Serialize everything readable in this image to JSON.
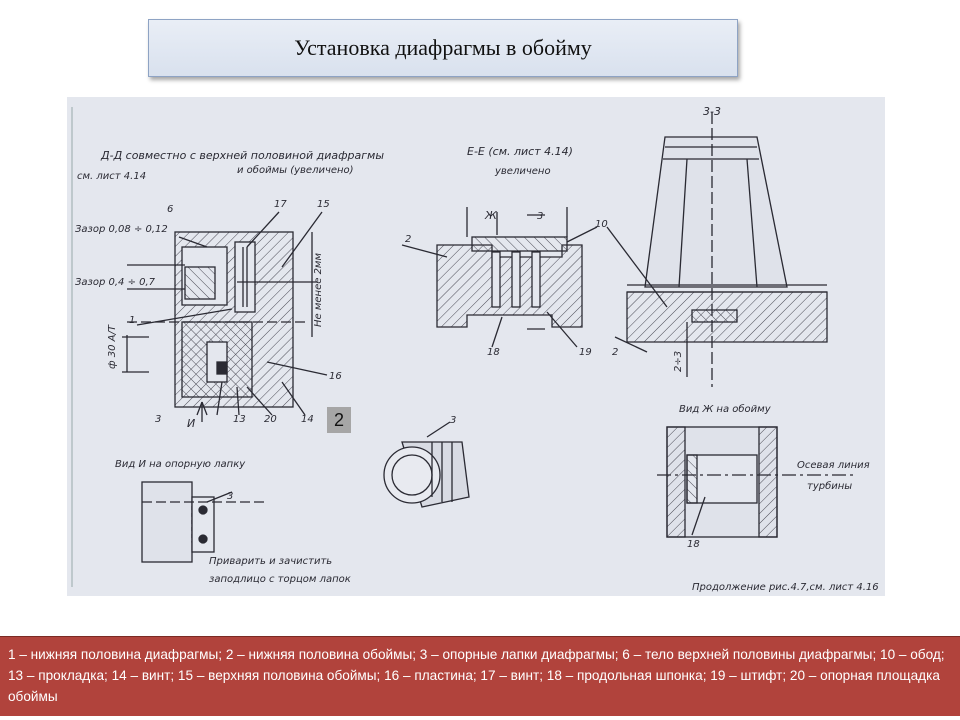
{
  "slide": {
    "title": "Установка диафрагмы в обойму",
    "badge": "2",
    "legend": "1 – нижняя половина диафрагмы; 2 – нижняя половина обоймы; 3 – опорные лапки диафрагмы; 6 – тело верхней половины диафрагмы; 10 – обод; 13 – прокладка; 14 – винт; 15 – верхняя половина обоймы; 16 – пластина; 17 – винт; 18 – продольная шпонка; 19 – штифт; 20 – опорная площадка обоймы"
  },
  "drawing": {
    "view_dd_title_1": "Д-Д совместно с верхней половиной диафрагмы",
    "view_dd_title_2": "см. лист 4.14",
    "view_dd_title_3": "и обоймы (увеличено)",
    "gap_1": "Зазор 0,08 ÷ 0,12",
    "gap_2": "Зазор 0,4 ÷ 0,7",
    "min_note": "Не менее 2мм",
    "dia_note": "ф 30 А/Т",
    "view_ee_title_1": "Е-Е (см. лист 4.14)",
    "view_ee_title_2": "увеличено",
    "section_33": "3-3",
    "view_i": "Вид И на опорную лапку",
    "weld_note_1": "Приварить и зачистить",
    "weld_note_2": "заподлицо с торцом лапок",
    "view_zh": "Вид Ж на обойму",
    "axis_note_1": "Осевая линия",
    "axis_note_2": "турбины",
    "continuation": "Продолжение рис.4.7,см. лист 4.16",
    "lbl_i": "И",
    "lbl_zh": "Ж",
    "n1": "1",
    "n2": "2",
    "n3": "3",
    "n6": "6",
    "n10": "10",
    "n13": "13",
    "n14": "14",
    "n15": "15",
    "n16": "16",
    "n17": "17",
    "n18": "18",
    "n19": "19",
    "n20": "20",
    "n2to3": "2÷3"
  }
}
